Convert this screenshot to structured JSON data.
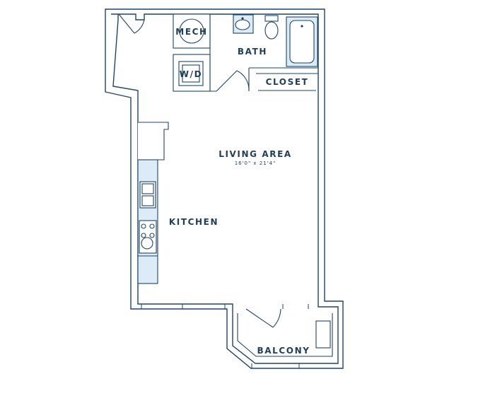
{
  "rooms": {
    "mech": "MECH",
    "bath": "BATH",
    "wd": "W/D",
    "closet": "CLOSET",
    "living": "LIVING AREA",
    "living_dims": "16'0\" x 21'4\"",
    "kitchen": "KITCHEN",
    "balcony": "BALCONY"
  },
  "colors": {
    "wall": "#1f4466",
    "fixture_fill": "#dcecf6",
    "label": "#1f3e5c"
  }
}
